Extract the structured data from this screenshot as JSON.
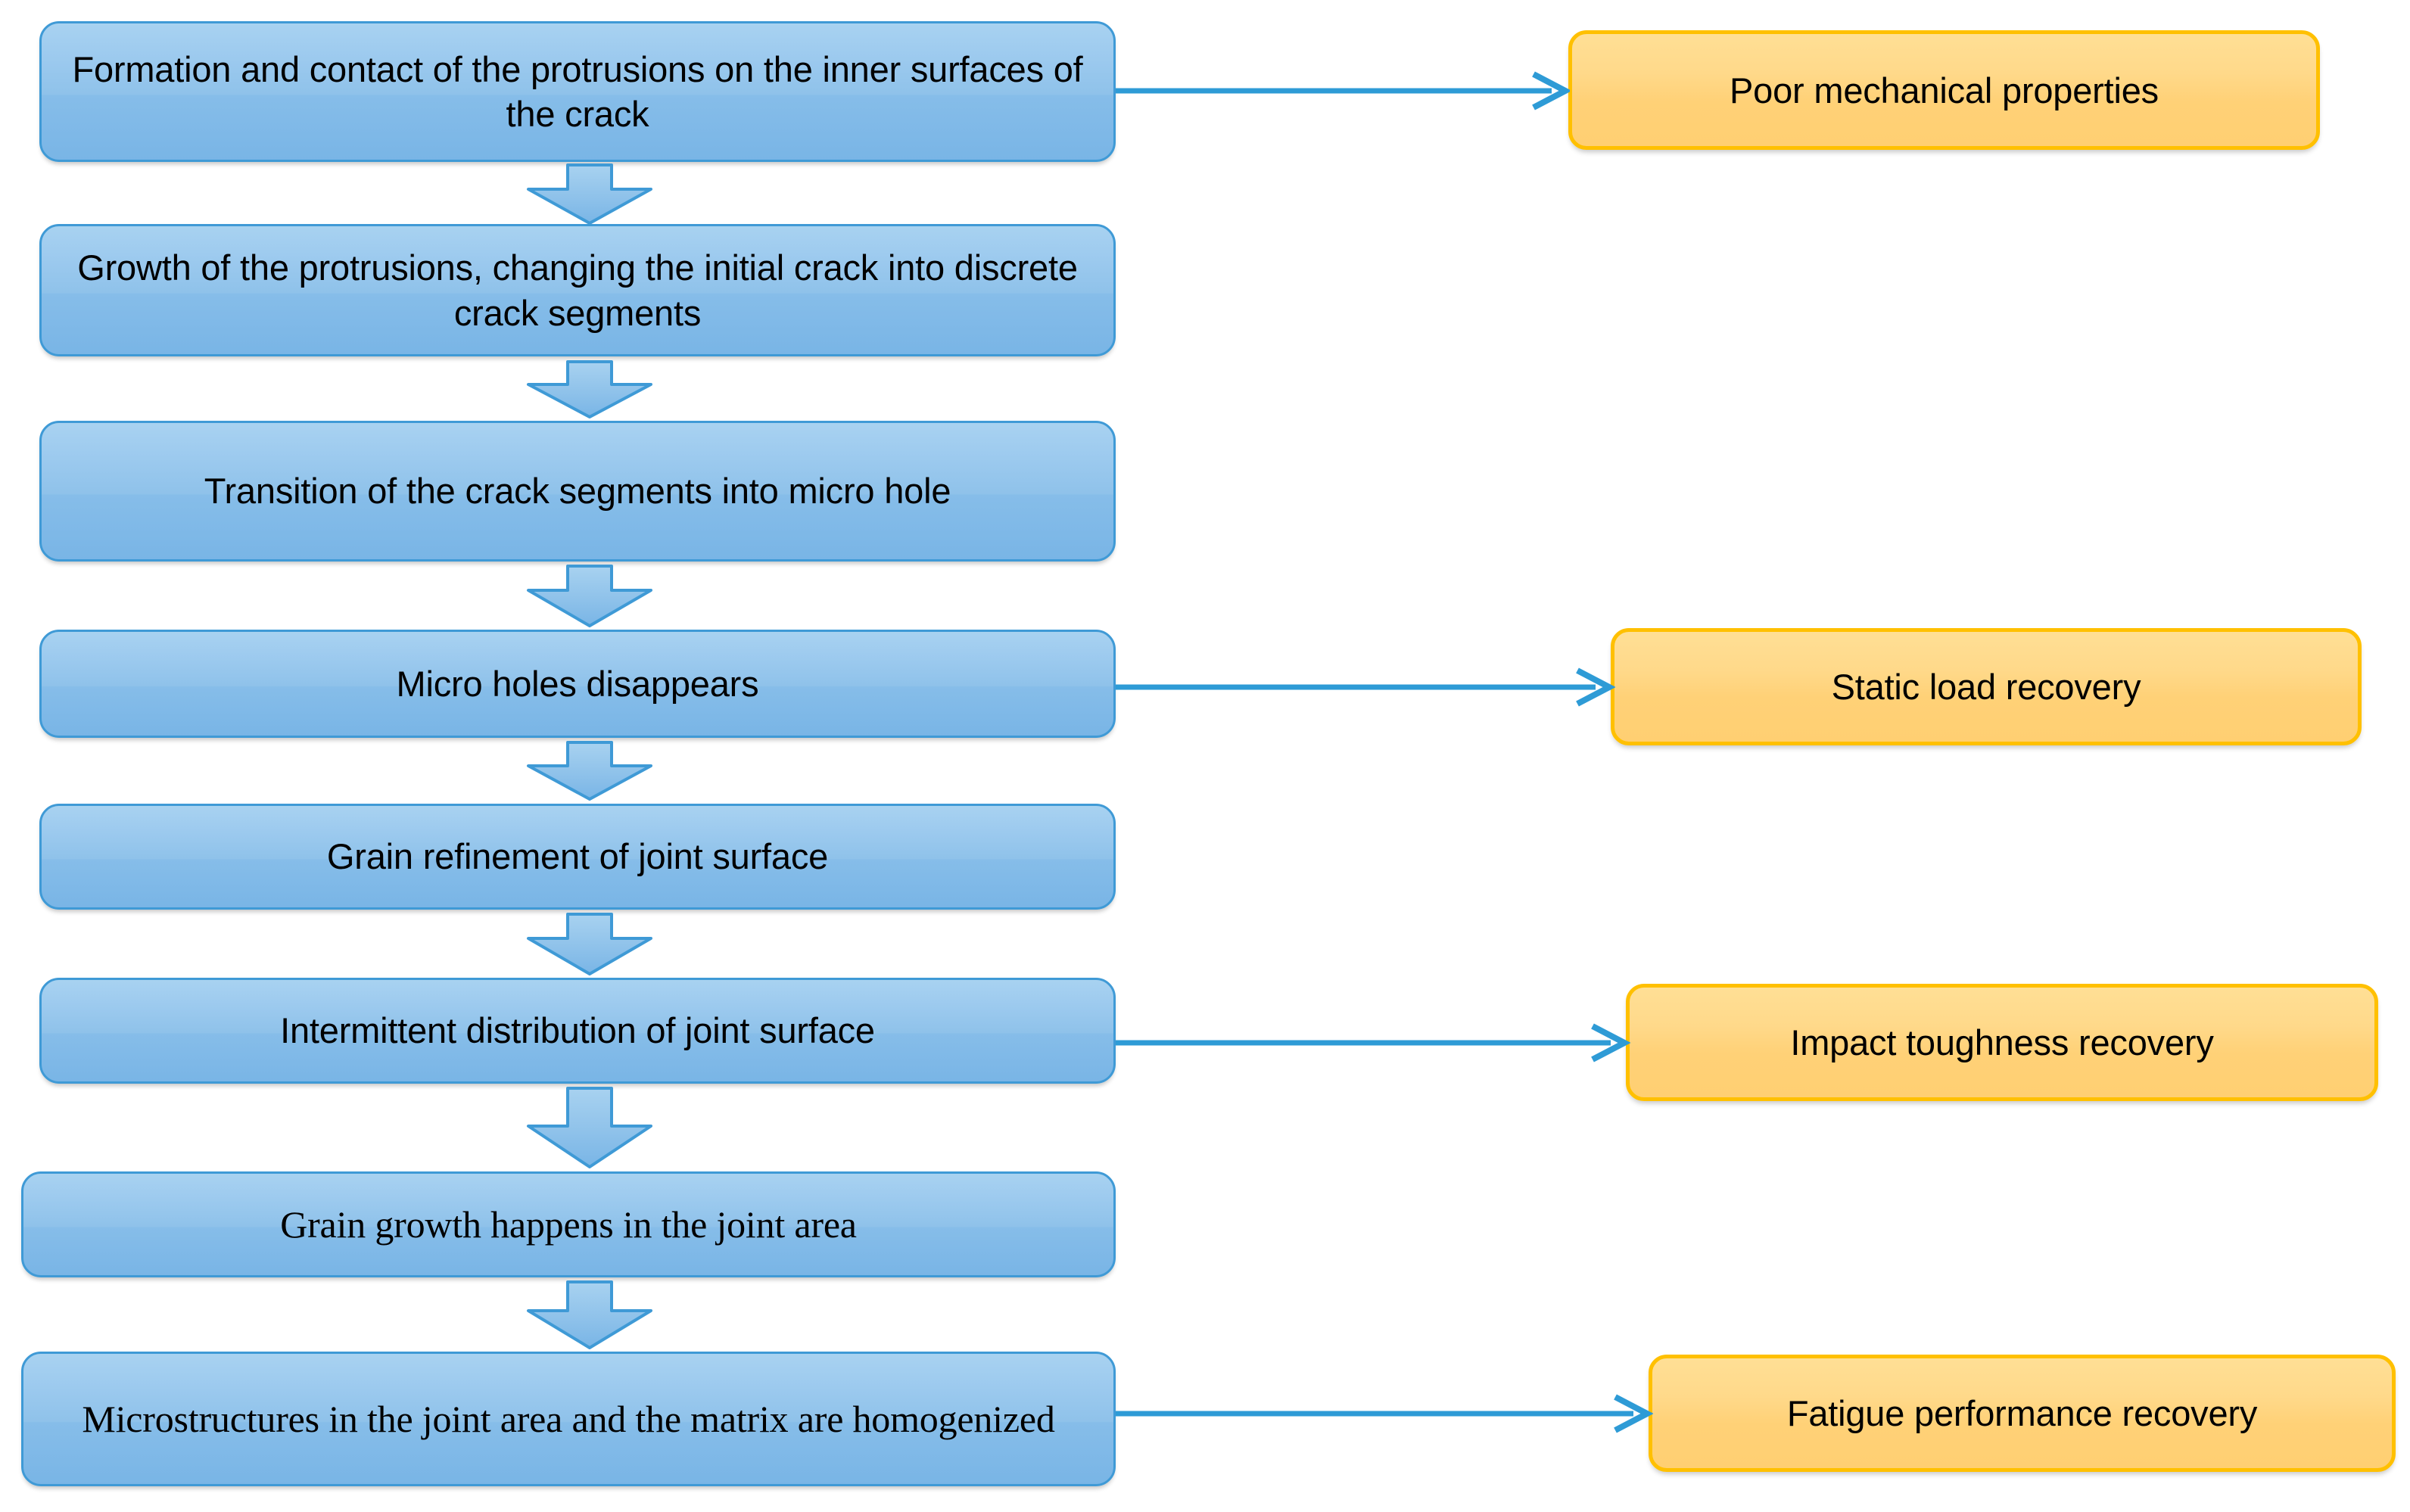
{
  "diagram": {
    "title": "Self-healing crack closure process flowchart",
    "colors": {
      "process_fill": "#8fc2ea",
      "process_border": "#3f9ad6",
      "result_fill": "#ffd98a",
      "result_border": "#ffc000",
      "arrow": "#2e9bd6",
      "text": "#000000",
      "background": "#ffffff"
    },
    "process_steps": [
      {
        "id": "step-1",
        "label": "Formation and contact of the protrusions on the inner surfaces of the crack"
      },
      {
        "id": "step-2",
        "label": "Growth of the protrusions, changing the initial crack into discrete crack segments"
      },
      {
        "id": "step-3",
        "label": "Transition of the crack segments into micro hole"
      },
      {
        "id": "step-4",
        "label": "Micro holes disappears"
      },
      {
        "id": "step-5",
        "label": "Grain refinement of joint surface"
      },
      {
        "id": "step-6",
        "label": "Intermittent distribution of joint surface"
      },
      {
        "id": "step-7",
        "label": "Grain growth happens in the joint area"
      },
      {
        "id": "step-8",
        "label": "Microstructures in the joint area and the matrix are homogenized"
      }
    ],
    "outcomes": [
      {
        "id": "outcome-1",
        "label": "Poor mechanical properties",
        "from_step": "step-1"
      },
      {
        "id": "outcome-2",
        "label": "Static load recovery",
        "from_step": "step-4"
      },
      {
        "id": "outcome-3",
        "label": "Impact toughness recovery",
        "from_step": "step-6"
      },
      {
        "id": "outcome-4",
        "label": "Fatigue performance recovery",
        "from_step": "step-8"
      }
    ],
    "flow_arrows": [
      {
        "id": "arrow-1-2",
        "kind": "down-block-arrow",
        "from": "step-1",
        "to": "step-2"
      },
      {
        "id": "arrow-2-3",
        "kind": "down-block-arrow",
        "from": "step-2",
        "to": "step-3"
      },
      {
        "id": "arrow-3-4",
        "kind": "down-block-arrow",
        "from": "step-3",
        "to": "step-4"
      },
      {
        "id": "arrow-4-5",
        "kind": "down-block-arrow",
        "from": "step-4",
        "to": "step-5"
      },
      {
        "id": "arrow-5-6",
        "kind": "down-block-arrow",
        "from": "step-5",
        "to": "step-6"
      },
      {
        "id": "arrow-6-7",
        "kind": "down-block-arrow",
        "from": "step-6",
        "to": "step-7"
      },
      {
        "id": "arrow-7-8",
        "kind": "down-block-arrow",
        "from": "step-7",
        "to": "step-8"
      },
      {
        "id": "arrow-1-out1",
        "kind": "line-arrow-right",
        "from": "step-1",
        "to": "outcome-1"
      },
      {
        "id": "arrow-4-out2",
        "kind": "line-arrow-right",
        "from": "step-4",
        "to": "outcome-2"
      },
      {
        "id": "arrow-6-out3",
        "kind": "line-arrow-right",
        "from": "step-6",
        "to": "outcome-3"
      },
      {
        "id": "arrow-8-out4",
        "kind": "line-arrow-right",
        "from": "step-8",
        "to": "outcome-4"
      }
    ]
  }
}
